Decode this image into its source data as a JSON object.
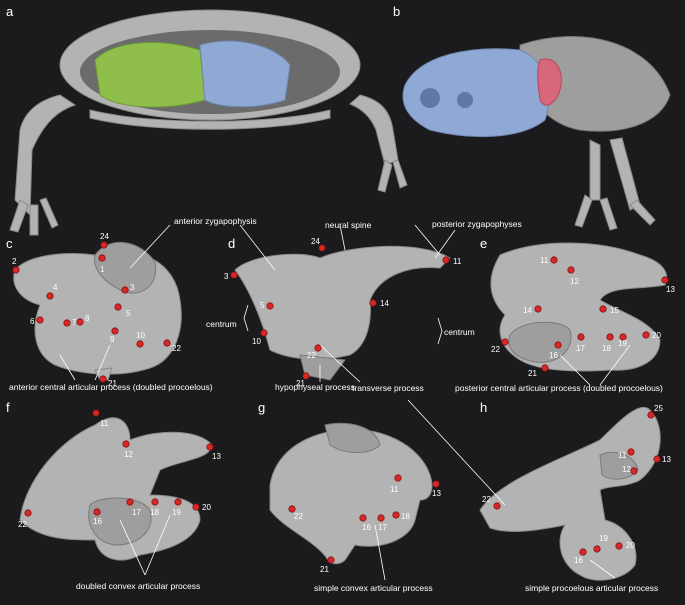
{
  "colors": {
    "background": "#1b1b1e",
    "bone": "#b3b3b3",
    "green": "#8fbf4a",
    "blue": "#8fa8d4",
    "pink": "#d9677a",
    "dot": "#d62828",
    "label": "#ffffff"
  },
  "panels": {
    "a": "a",
    "b": "b",
    "c": "c",
    "d": "d",
    "e": "e",
    "f": "f",
    "g": "g",
    "h": "h"
  },
  "labels": {
    "anterior_zygapophysis": "anterior zygapophysis",
    "neural_spine": "neural spine",
    "posterior_zygapophyses": "posterior zygapophyses",
    "centrum_left": "centrum",
    "centrum_right": "centrum",
    "hypophyseal_process": "hypophyseal process",
    "transverse_process": "transverse process",
    "anterior_central": "anterior central articular process (doubled procoelous)",
    "posterior_central": "posterior central articular process (doubled procoelous)",
    "doubled_convex": "doubled convex articular process",
    "simple_convex": "simple convex articular process",
    "simple_procoelous": "simple procoelous articular process"
  },
  "landmarks": {
    "c": [
      "2",
      "24",
      "1",
      "3",
      "4",
      "5",
      "6",
      "7",
      "8",
      "9",
      "10",
      "22",
      "21"
    ],
    "d": [
      "24",
      "11",
      "3",
      "14",
      "5",
      "10",
      "22",
      "21"
    ],
    "e": [
      "11",
      "12",
      "13",
      "14",
      "15",
      "22",
      "16",
      "17",
      "18",
      "19",
      "20",
      "21"
    ],
    "f": [
      "11",
      "12",
      "13",
      "22",
      "16",
      "17",
      "18",
      "19",
      "20"
    ],
    "g": [
      "11",
      "13",
      "22",
      "16",
      "17",
      "18",
      "21"
    ],
    "h": [
      "25",
      "11",
      "13",
      "12",
      "22",
      "19",
      "20",
      "16"
    ]
  }
}
